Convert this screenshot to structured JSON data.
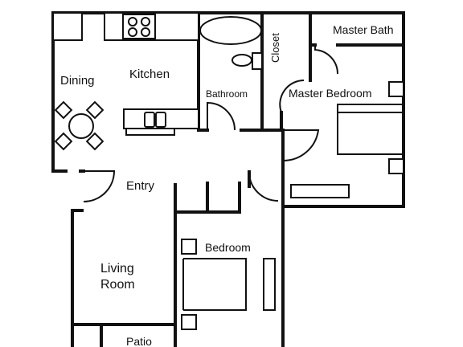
{
  "rooms": {
    "master_bath": "Master Bath",
    "closet": "Closet",
    "dining": "Dining",
    "kitchen": "Kitchen",
    "bathroom": "Bathroom",
    "master_bedroom": "Master Bedroom",
    "entry": "Entry",
    "bedroom": "Bedroom",
    "living_line1": "Living",
    "living_line2": "Room",
    "patio": "Patio"
  }
}
